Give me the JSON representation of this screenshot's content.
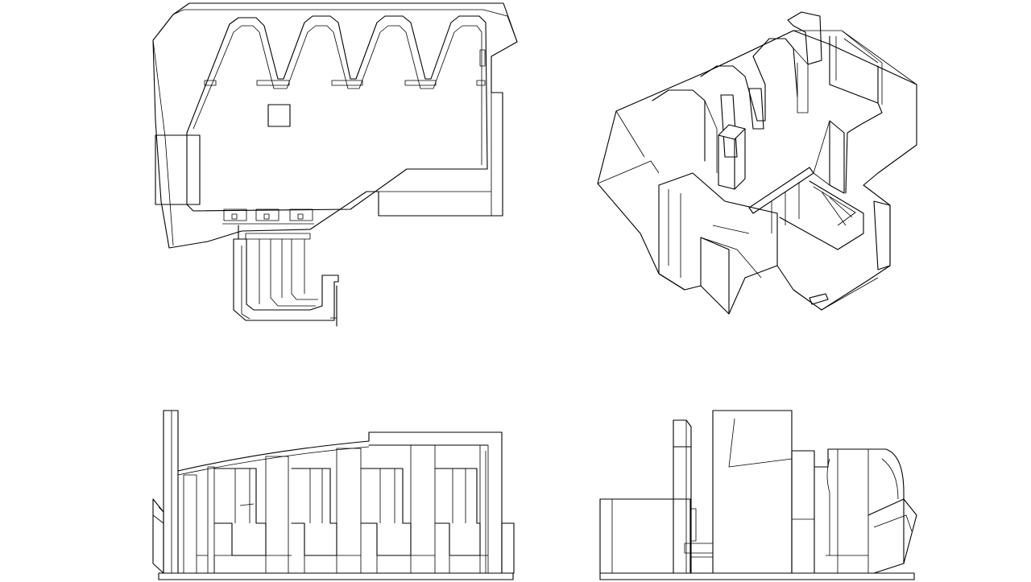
{
  "drawing": {
    "views": [
      {
        "id": "top",
        "label": ""
      },
      {
        "id": "isometric",
        "label": ""
      },
      {
        "id": "front",
        "label": ""
      },
      {
        "id": "side",
        "label": ""
      }
    ]
  }
}
